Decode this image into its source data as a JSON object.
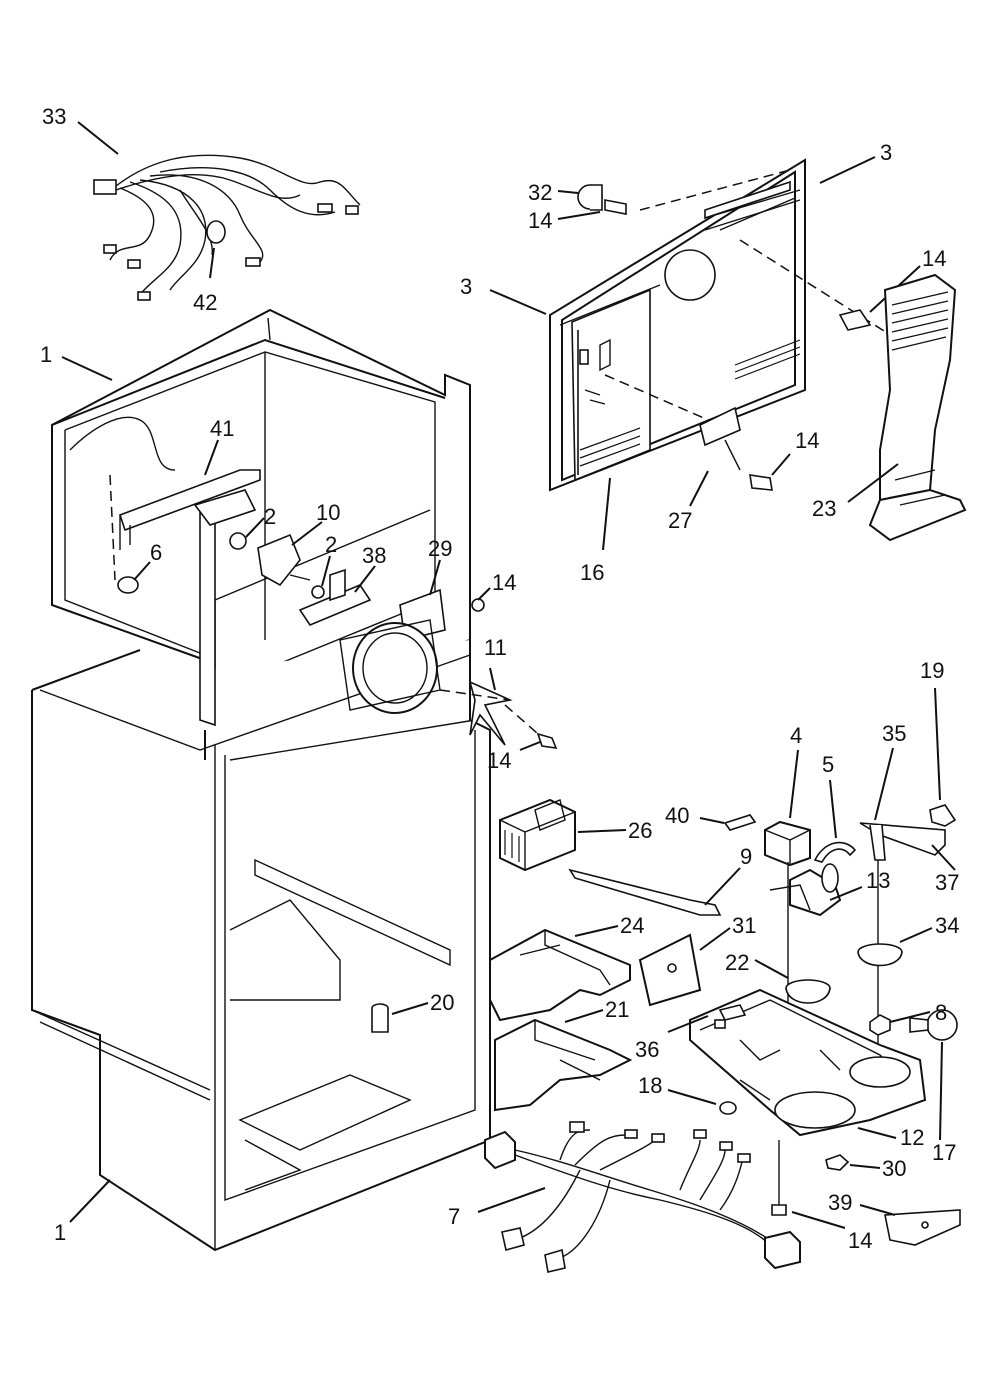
{
  "callouts": [
    {
      "id": "c33",
      "text": "33"
    },
    {
      "id": "c42",
      "text": "42"
    },
    {
      "id": "c3a",
      "text": "3"
    },
    {
      "id": "c32",
      "text": "32"
    },
    {
      "id": "c14a",
      "text": "14"
    },
    {
      "id": "c3b",
      "text": "3"
    },
    {
      "id": "c14b",
      "text": "14"
    },
    {
      "id": "c14c",
      "text": "14"
    },
    {
      "id": "c27",
      "text": "27"
    },
    {
      "id": "c23",
      "text": "23"
    },
    {
      "id": "c16",
      "text": "16"
    },
    {
      "id": "c1a",
      "text": "1"
    },
    {
      "id": "c41",
      "text": "41"
    },
    {
      "id": "c2a",
      "text": "2"
    },
    {
      "id": "c10",
      "text": "10"
    },
    {
      "id": "c2b",
      "text": "2"
    },
    {
      "id": "c6",
      "text": "6"
    },
    {
      "id": "c38",
      "text": "38"
    },
    {
      "id": "c29",
      "text": "29"
    },
    {
      "id": "c14d",
      "text": "14"
    },
    {
      "id": "c11",
      "text": "11"
    },
    {
      "id": "c14e",
      "text": "14"
    },
    {
      "id": "c19",
      "text": "19"
    },
    {
      "id": "c4",
      "text": "4"
    },
    {
      "id": "c35",
      "text": "35"
    },
    {
      "id": "c5",
      "text": "5"
    },
    {
      "id": "c40",
      "text": "40"
    },
    {
      "id": "c26",
      "text": "26"
    },
    {
      "id": "c37",
      "text": "37"
    },
    {
      "id": "c9",
      "text": "9"
    },
    {
      "id": "c13",
      "text": "13"
    },
    {
      "id": "c24",
      "text": "24"
    },
    {
      "id": "c31",
      "text": "31"
    },
    {
      "id": "c34",
      "text": "34"
    },
    {
      "id": "c22",
      "text": "22"
    },
    {
      "id": "c20",
      "text": "20"
    },
    {
      "id": "c21",
      "text": "21"
    },
    {
      "id": "c8",
      "text": "8"
    },
    {
      "id": "c36",
      "text": "36"
    },
    {
      "id": "c18",
      "text": "18"
    },
    {
      "id": "c12",
      "text": "12"
    },
    {
      "id": "c17",
      "text": "17"
    },
    {
      "id": "c30",
      "text": "30"
    },
    {
      "id": "c1b",
      "text": "1"
    },
    {
      "id": "c7",
      "text": "7"
    },
    {
      "id": "c39",
      "text": "39"
    },
    {
      "id": "c14f",
      "text": "14"
    }
  ]
}
